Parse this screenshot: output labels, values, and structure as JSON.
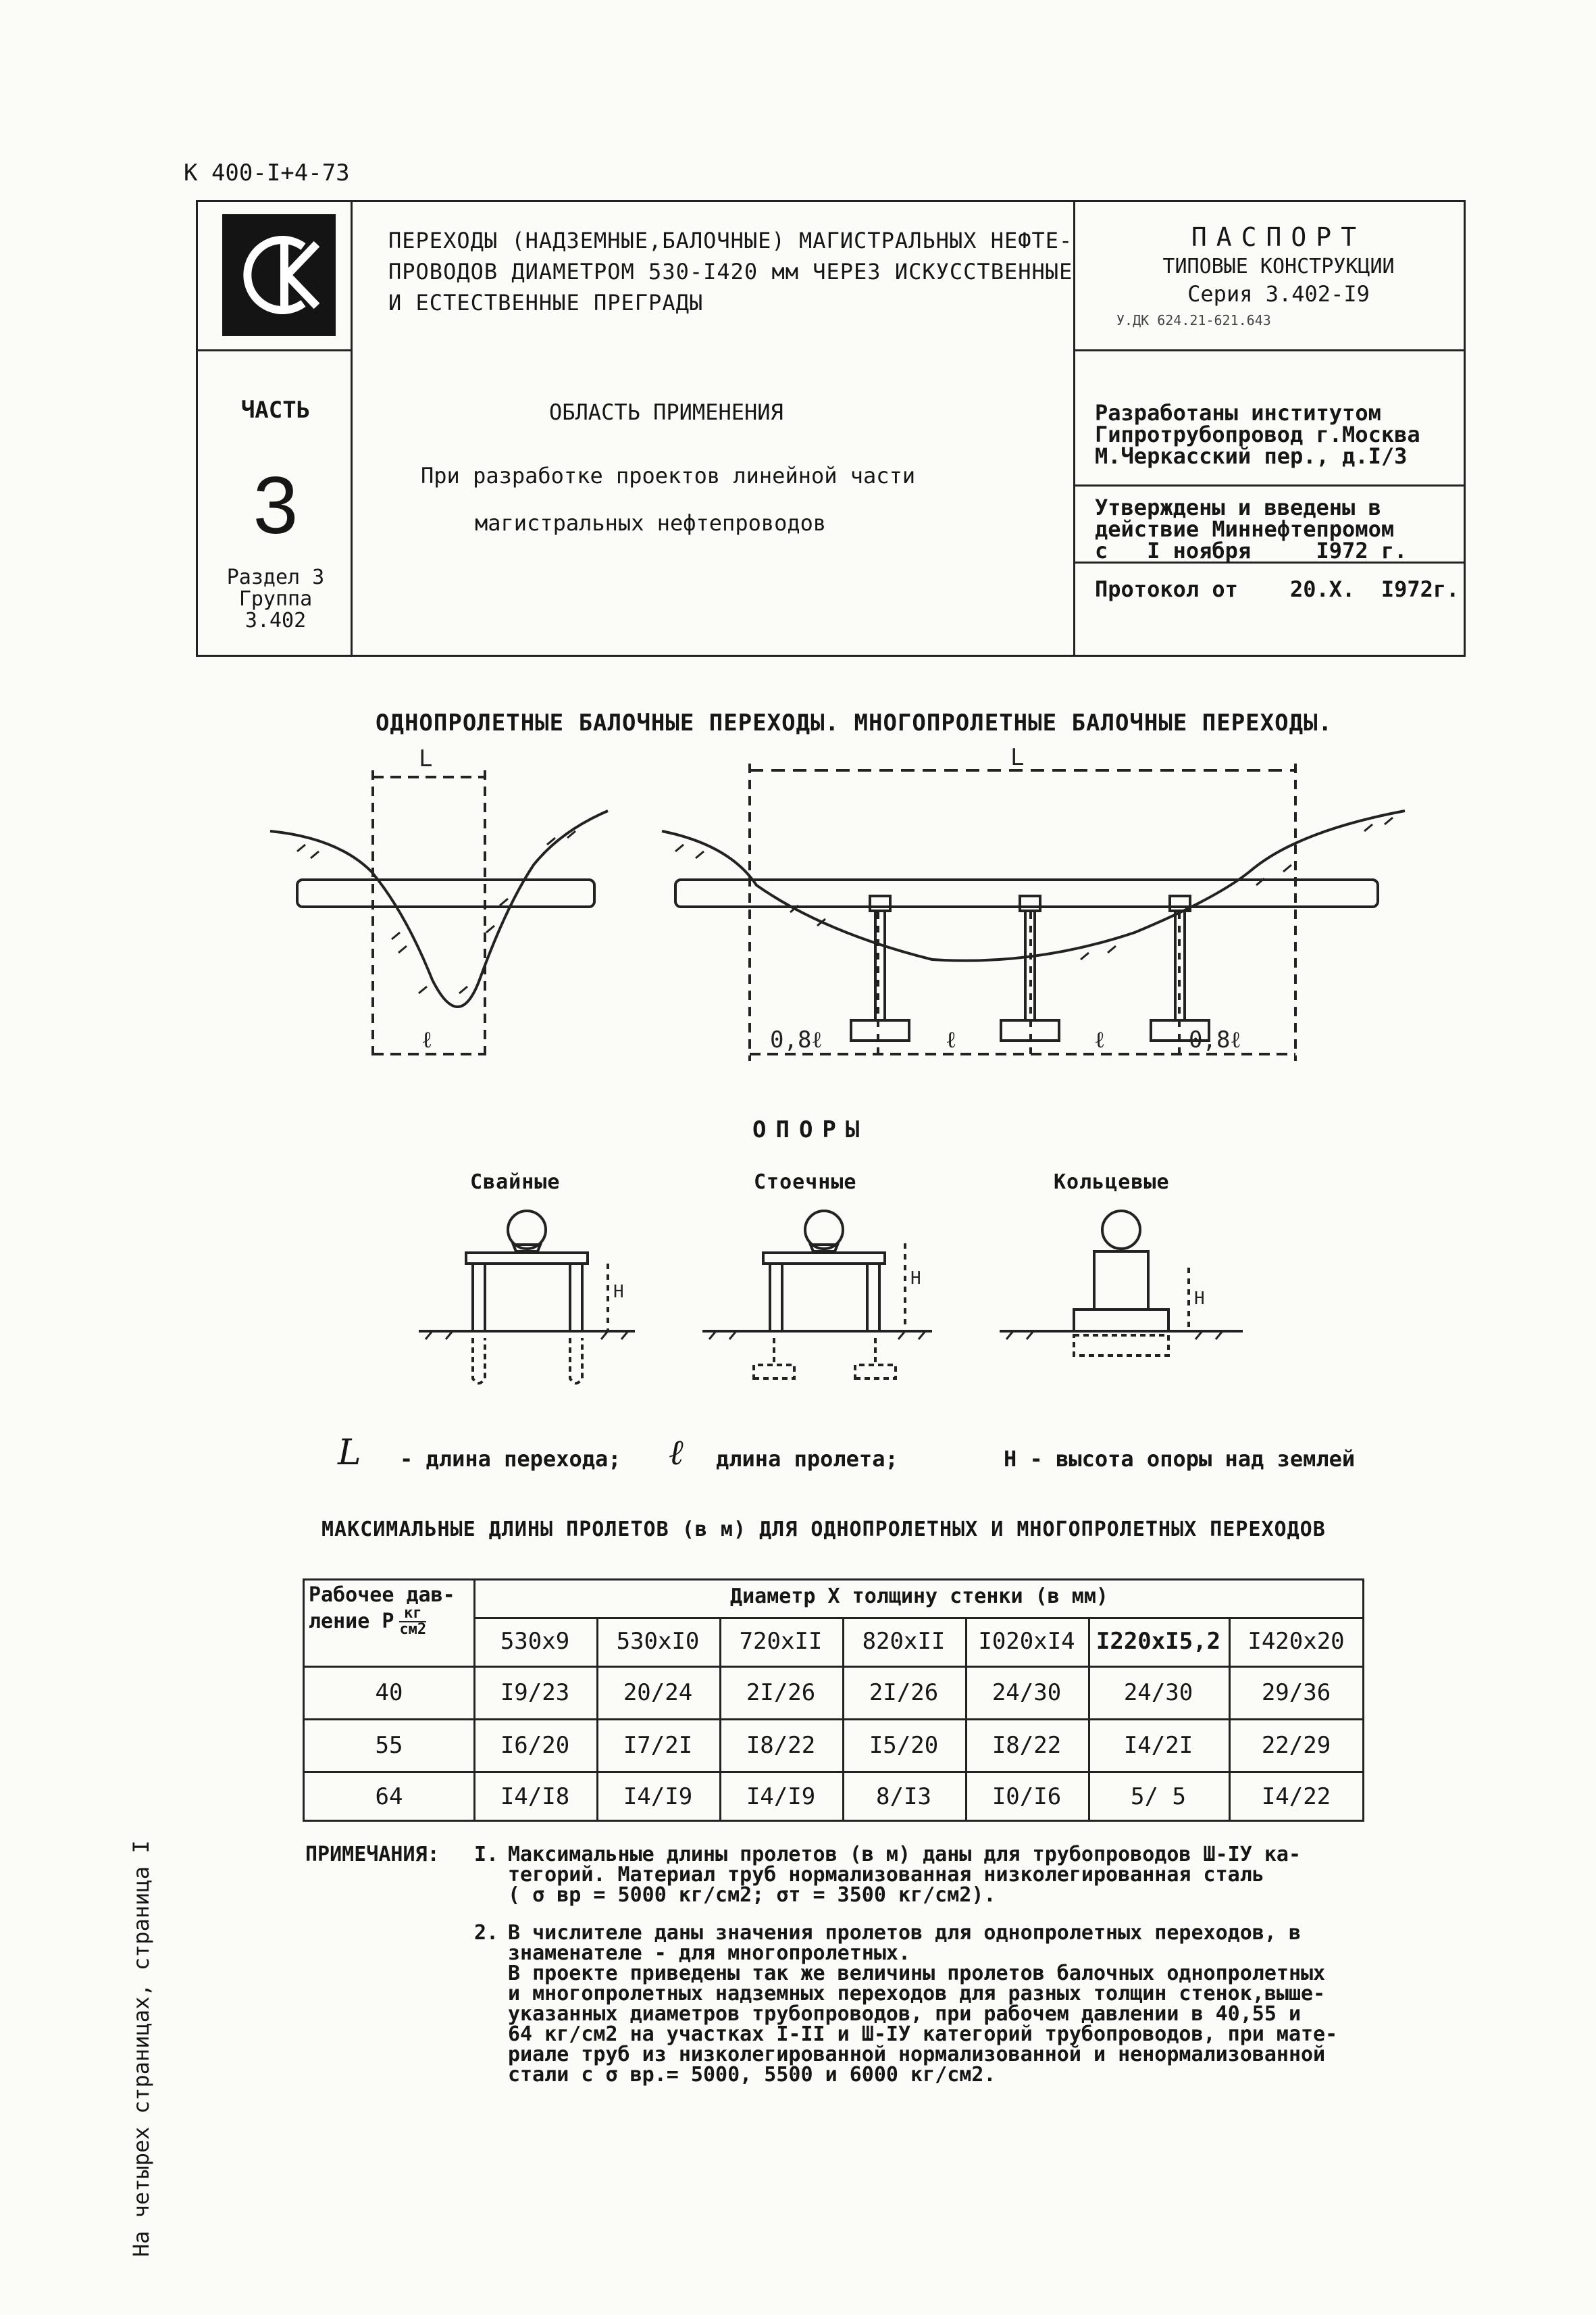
{
  "doc_code": "К 400-I+4-73",
  "header": {
    "title_lines": [
      "ПЕРЕХОДЫ (НАДЗЕМНЫЕ,БАЛОЧНЫЕ) МАГИСТРАЛЬНЫХ НЕФТЕ-",
      "ПРОВОДОВ ДИАМЕТРОМ 530-I420 мм ЧЕРЕЗ ИСКУССТВЕННЫЕ",
      "И ЕСТЕСТВЕННЫЕ ПРЕГРАДЫ"
    ],
    "passport": "ПАСПОРТ",
    "passport_sub": "ТИПОВЫЕ КОНСТРУКЦИИ",
    "series": "Серия 3.402-I9",
    "udk": "У.ДК 624.21-621.643",
    "part_label": "ЧАСТЬ",
    "part_number": "3",
    "section_lines": [
      "Раздел 3",
      "Группа",
      "3.402"
    ],
    "scope_title": "ОБЛАСТЬ ПРИМЕНЕНИЯ",
    "scope_lines": [
      "При разработке проектов линейной части",
      "магистральных нефтепроводов"
    ],
    "developed_lines": [
      "Разработаны институтом",
      "Гипротрубопровод г.Москва",
      "М.Черкасский пер., д.I/3"
    ],
    "approved_lines": [
      "Утверждены и введены в",
      "действие Миннефтепромом",
      "с   I ноября     I972 г."
    ],
    "protocol": "Протокол от    20.X.  I972г."
  },
  "diagrams": {
    "section_title": "ОДНОПРОЛЕТНЫЕ БАЛОЧНЫЕ ПЕРЕХОДЫ. МНОГОПРОЛЕТНЫЕ БАЛОЧНЫЕ ПЕРЕХОДЫ.",
    "label_L": "L",
    "label_l": "ℓ",
    "label_08l": "0,8ℓ",
    "supports_title": "ОПОРЫ",
    "pile": "Свайные",
    "rack": "Стоечные",
    "ring": "Кольцевые",
    "label_H": "H",
    "legend_L": "- длина перехода;",
    "legend_l": "длина пролета;",
    "legend_H": "H - высота опоры над землей"
  },
  "table": {
    "title": "МАКСИМАЛЬНЫЕ ДЛИНЫ ПРОЛЕТОВ (в м) ДЛЯ ОДНОПРОЛЕТНЫХ И МНОГОПРОЛЕТНЫХ ПЕРЕХОДОВ",
    "pressure_header": [
      "Рабочее дав-",
      "ление P",
      "кг",
      "см2"
    ],
    "diameter_header": "Диаметр X толщину стенки (в мм)",
    "columns": [
      "530x9",
      "530xI0",
      "720xII",
      "820xII",
      "I020xI4",
      "I220xI5,2",
      "I420x20"
    ],
    "rows": [
      {
        "p": "40",
        "v": [
          "I9/23",
          "20/24",
          "2I/26",
          "2I/26",
          "24/30",
          "24/30",
          "29/36"
        ]
      },
      {
        "p": "55",
        "v": [
          "I6/20",
          "I7/2I",
          "I8/22",
          "I5/20",
          "I8/22",
          "I4/2I",
          "22/29"
        ]
      },
      {
        "p": "64",
        "v": [
          "I4/I8",
          "I4/I9",
          "I4/I9",
          "8/I3",
          "I0/I6",
          "5/ 5",
          "I4/22"
        ]
      }
    ]
  },
  "notes": {
    "label": "ПРИМЕЧАНИЯ:",
    "items": [
      {
        "n": "I.",
        "lines": [
          "Максимальные длины пролетов (в м) даны для трубопроводов Ш-IУ ка-",
          "тегорий. Материал труб нормализованная низколегированная сталь",
          "( σ вр = 5000 кг/см2;  σт = 3500 кг/см2)."
        ]
      },
      {
        "n": "2.",
        "lines": [
          "В числителе даны значения пролетов для однопролетных переходов, в",
          "знаменателе - для многопролетных.",
          "В проекте приведены так же величины пролетов балочных однопролетных",
          "и многопролетных надземных переходов для разных толщин стенок,выше-",
          "указанных диаметров трубопроводов, при рабочем давлении в 40,55 и",
          "64 кг/см2 на участках I-II и Ш-IУ категорий трубопроводов, при мате-",
          "риале труб из низколегированной нормализованной и ненормализованной",
          "стали с  σ вр.= 5000, 5500 и 6000 кг/см2."
        ]
      }
    ]
  },
  "side_note": "На четырех страницах, страница I"
}
